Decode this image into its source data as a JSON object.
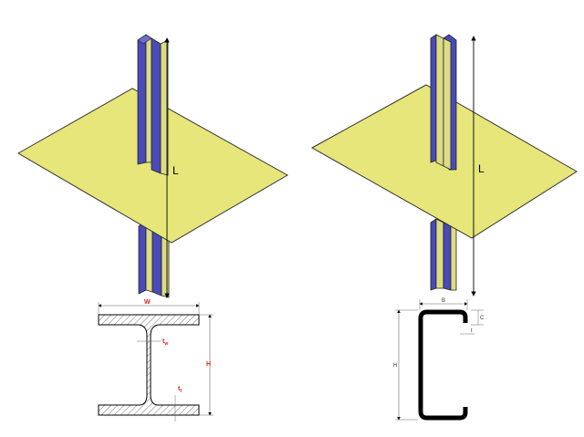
{
  "colors": {
    "plate_fill": "#e6e67a",
    "plate_stroke": "#333333",
    "beam_blue": "#4a4ab8",
    "beam_web": "#dcdc86",
    "hatch": "#555555",
    "dim_red": "#e0201b"
  },
  "left_figure": {
    "length_label": "L",
    "section": {
      "width_label": "W",
      "height_label": "H",
      "web_thickness_label": "t",
      "web_thickness_sub": "w",
      "flange_thickness_label": "t",
      "flange_thickness_sub": "f"
    }
  },
  "right_figure": {
    "length_label": "L",
    "section": {
      "width_label": "B",
      "height_label": "H",
      "lip_label": "C",
      "thickness_label": "t"
    }
  }
}
